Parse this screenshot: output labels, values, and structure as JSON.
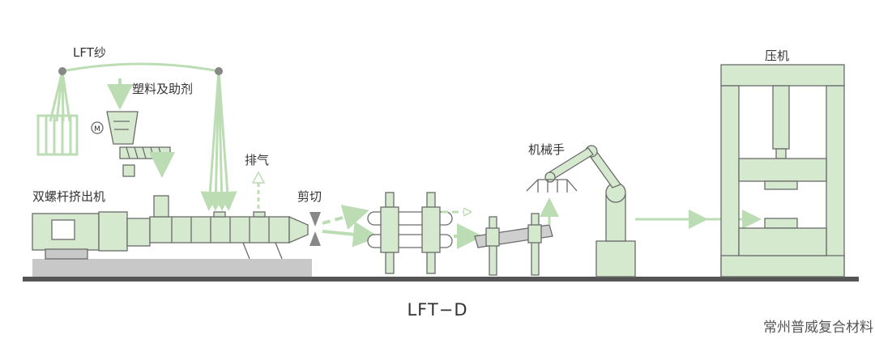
{
  "labels": {
    "lft_yarn": "LFT纱",
    "plastics_additives": "塑料及助剂",
    "twin_screw_extruder": "双螺杆挤出机",
    "venting": "排气",
    "cutting": "剪切",
    "manipulator": "机械手",
    "press": "压机",
    "motor_symbol": "M"
  },
  "caption": "LFT−D",
  "watermark": "常州普威复合材料",
  "colors": {
    "machine_fill": "#d5e9cf",
    "machine_stroke": "#6b6b6b",
    "flow_arrow": "#bcdcb3",
    "ground": "#555555",
    "base_block": "#c8c8c8",
    "text": "#333333"
  }
}
